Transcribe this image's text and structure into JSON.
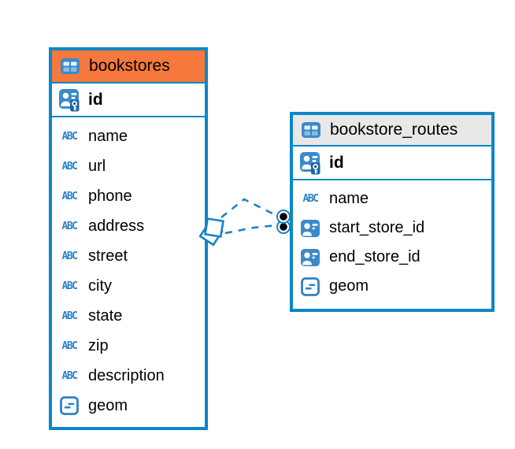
{
  "diagram": {
    "background": "#ffffff",
    "type": "entity-relationship"
  },
  "colors": {
    "entity_border": "#0b87c7",
    "bookstores_header": "#f5783c",
    "bookstore_routes_header": "#e9e8e8",
    "icon_blue": "#3a8acb",
    "relationship_line": "#1583c4",
    "text": "#000000"
  },
  "icons": {
    "text_type_label": "ABC",
    "table_icon": "table-grid",
    "primary_key_icon": "person-with-key",
    "reference_icon": "person-badge",
    "geometry_icon": "boxed-dashes"
  },
  "tables": [
    {
      "name": "bookstores",
      "header_color": "#f5783c",
      "primary_key": {
        "name": "id",
        "type": "primary-key"
      },
      "columns": [
        {
          "name": "name",
          "type": "text"
        },
        {
          "name": "url",
          "type": "text"
        },
        {
          "name": "phone",
          "type": "text"
        },
        {
          "name": "address",
          "type": "text"
        },
        {
          "name": "street",
          "type": "text"
        },
        {
          "name": "city",
          "type": "text"
        },
        {
          "name": "state",
          "type": "text"
        },
        {
          "name": "zip",
          "type": "text"
        },
        {
          "name": "description",
          "type": "text"
        },
        {
          "name": "geom",
          "type": "geometry"
        }
      ]
    },
    {
      "name": "bookstore_routes",
      "header_color": "#e9e8e8",
      "primary_key": {
        "name": "id",
        "type": "primary-key"
      },
      "columns": [
        {
          "name": "name",
          "type": "text"
        },
        {
          "name": "start_store_id",
          "type": "reference"
        },
        {
          "name": "end_store_id",
          "type": "reference"
        },
        {
          "name": "geom",
          "type": "geometry"
        }
      ]
    }
  ],
  "relationships": [
    {
      "from": "bookstores",
      "to": "bookstore_routes",
      "style": "dashed",
      "from_marker": "diamond",
      "to_marker": "filled-circle"
    },
    {
      "from": "bookstores",
      "to": "bookstore_routes",
      "style": "dashed",
      "from_marker": "diamond",
      "to_marker": "filled-circle"
    }
  ]
}
